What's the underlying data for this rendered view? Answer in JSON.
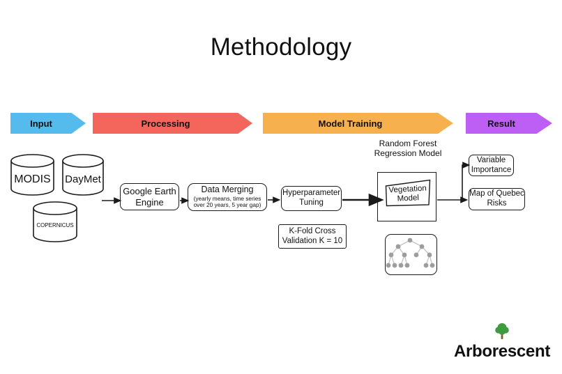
{
  "title": "Methodology",
  "banners": [
    {
      "label": "Input",
      "color": "#55BBEC"
    },
    {
      "label": "Processing",
      "color": "#F4655C"
    },
    {
      "label": "Model Training",
      "color": "#F7B04E"
    },
    {
      "label": "Result",
      "color": "#BD5EF4"
    }
  ],
  "input_stage": {
    "databases": [
      {
        "label": "MODIS"
      },
      {
        "label": "DayMet"
      },
      {
        "label": "COPERNICUS"
      }
    ]
  },
  "processing_stage": {
    "google_earth_engine": "Google Earth Engine",
    "data_merging_title": "Data Merging",
    "data_merging_note": "(yearly means, time series over 20 years, 5 year gap)"
  },
  "model_training_stage": {
    "hyperparameter_tuning": "Hyperparameter Tuning",
    "kfold_validation": "K-Fold Cross Validation K = 10",
    "random_forest_label": "Random Forest Regression Model",
    "vegetation_model": "Vegetation Model",
    "icon": "decision-tree-icon"
  },
  "result_stage": {
    "variable_importance": "Variable Importance",
    "map_of_quebec_risks": "Map of Quebec Risks"
  },
  "logo": {
    "icon": "tree-icon",
    "name": "Arborescent"
  }
}
